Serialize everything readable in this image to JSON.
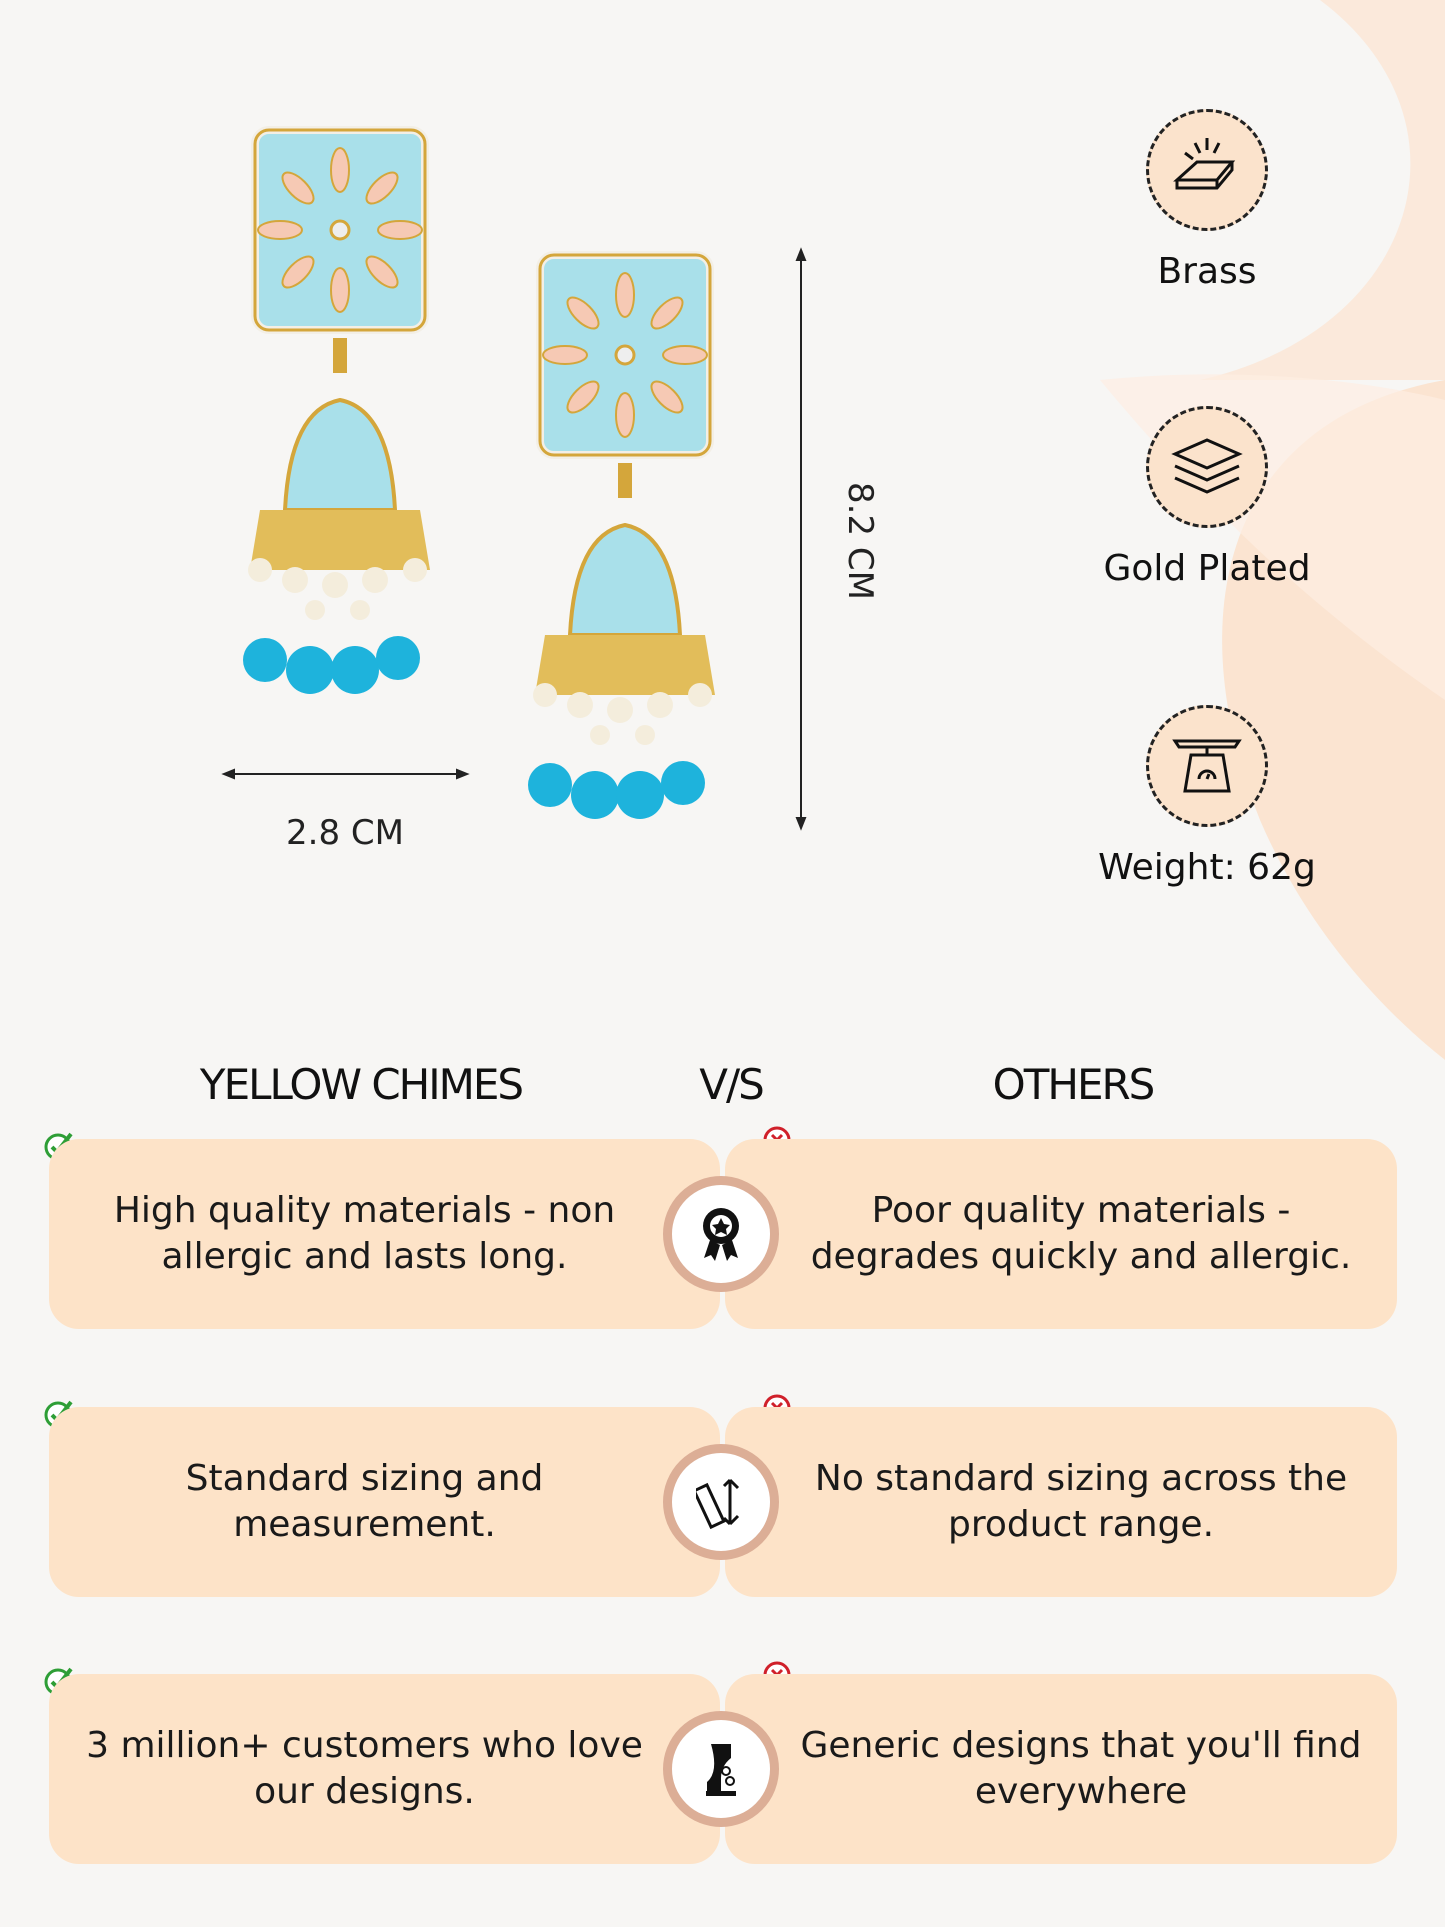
{
  "dimensions": {
    "width_label": "2.8 CM",
    "height_label": "8.2 CM"
  },
  "features": [
    {
      "icon": "gold-bars-icon",
      "label": "Brass"
    },
    {
      "icon": "layers-icon",
      "label": "Gold Plated"
    },
    {
      "icon": "scale-icon",
      "label": "Weight: 62g"
    }
  ],
  "comparison": {
    "brand_heading": "YELLOW CHIMES",
    "vs_heading": "V/S",
    "others_heading": "OTHERS",
    "rows": [
      {
        "brand": "High quality materials - non allergic and lasts long.",
        "others": "Poor quality materials - degrades quickly and allergic.",
        "icon": "award-ribbon-icon"
      },
      {
        "brand": "Standard sizing and measurement.",
        "others": "No standard sizing across the product range.",
        "icon": "ruler-icon"
      },
      {
        "brand": "3 million+ customers who love our designs.",
        "others": "Generic designs that you'll find everywhere",
        "icon": "jewelry-bust-icon"
      }
    ]
  },
  "colors": {
    "card": "#fde3c8",
    "ring": "#dcae96",
    "check": "#2e9e36",
    "cross": "#d0202a",
    "enamel": "#a9e0ea",
    "bead": "#1eb3dc"
  }
}
